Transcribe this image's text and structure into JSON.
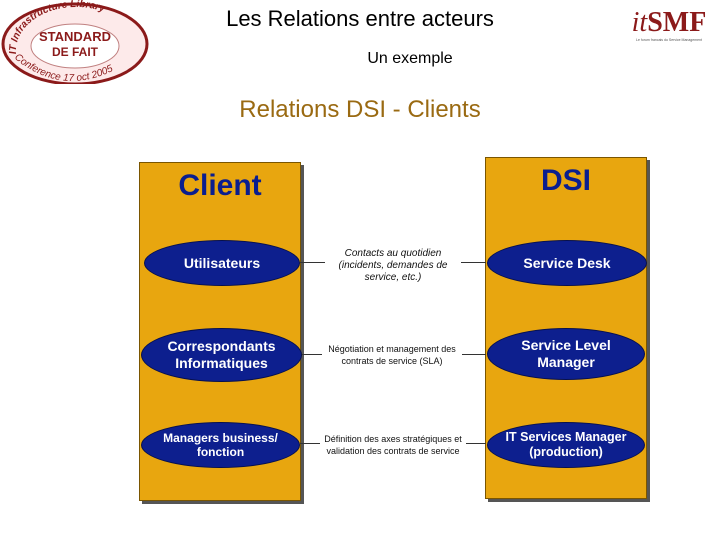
{
  "header": {
    "title": "Les Relations entre acteurs",
    "subtitle": "Un exemple",
    "heading": "Relations DSI - Clients"
  },
  "seal": {
    "arc_top": "IT Infrastructure Library",
    "line1": "STANDARD",
    "line2": "DE FAIT",
    "arc_bottom": "Conference 17 oct 2005"
  },
  "brand": {
    "name_it": "it",
    "name_smf": "SMF",
    "tagline": "Le forum francais du Service Management"
  },
  "client": {
    "title": "Client",
    "actors": [
      "Utilisateurs",
      "Correspondants Informatiques",
      "Managers business/ fonction"
    ]
  },
  "dsi": {
    "title": "DSI",
    "actors": [
      "Service Desk",
      "Service Level Manager",
      "IT Services Manager (production)"
    ]
  },
  "relations": [
    "Contacts au quotidien (incidents, demandes de service, etc.)",
    "Négotiation et management des contrats de service (SLA)",
    "Définition des axes stratégiques et validation des contrats de service"
  ],
  "colors": {
    "panel": "#e8a60f",
    "ellipse": "#0d1f8e",
    "title_blue": "#0a1e8f",
    "heading": "#9a6a12",
    "brand_red": "#8b1a1a"
  }
}
